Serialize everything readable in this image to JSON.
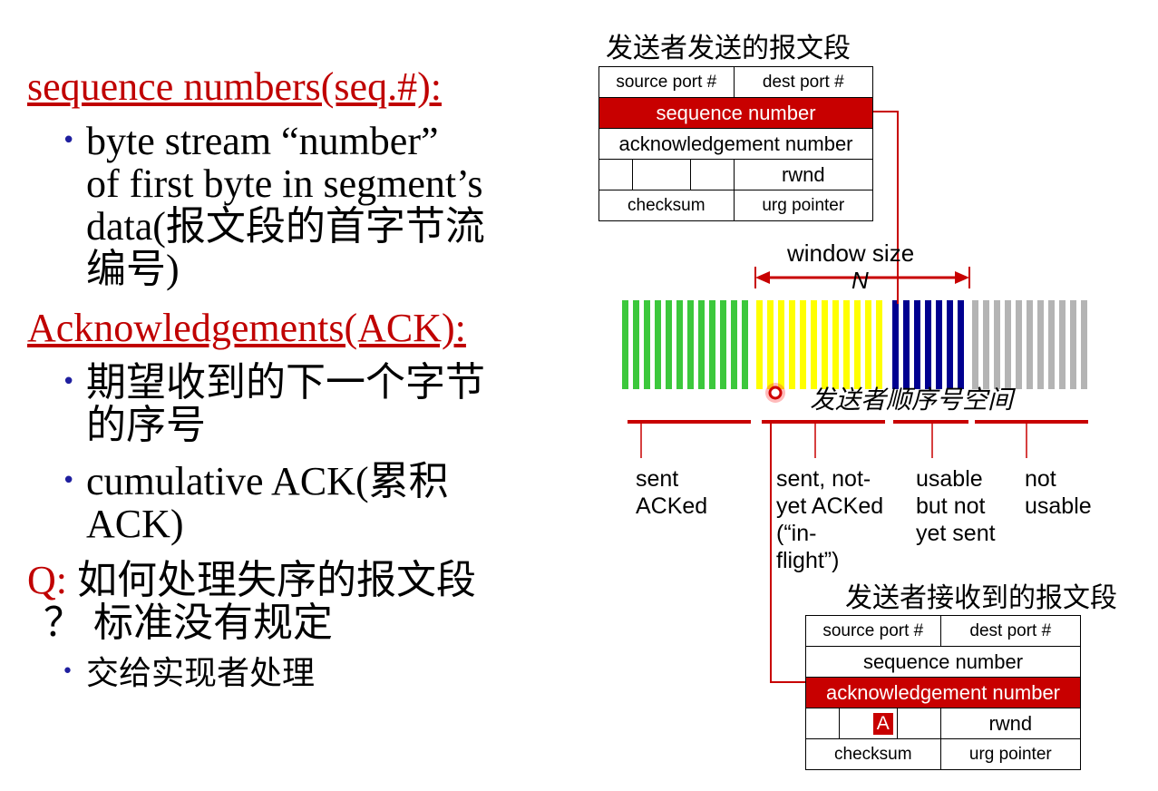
{
  "left": {
    "seq_heading": "sequence numbers(seq.#):",
    "seq_bullet": [
      "byte stream “number”",
      "of first byte in segment’s",
      "data(报文段的首字节流",
      "编号)"
    ],
    "ack_heading": "Acknowledgements(ACK):",
    "ack_bullet1": [
      "期望收到的下一个字节",
      "的序号"
    ],
    "ack_bullet2": [
      "cumulative ACK(累积",
      "ACK)"
    ],
    "q_prefix": "Q:",
    "q_line1": " 如何处理失序的报文段",
    "q_line2": "？ 标准没有规定",
    "q_sub": "交给实现者处理",
    "bullet_char": "•"
  },
  "sender_segment": {
    "title": "发送者发送的报文段",
    "source_port": "source port #",
    "dest_port": "dest port #",
    "seq": "sequence number",
    "ack": "acknowledgement number",
    "rwnd": "rwnd",
    "checksum": "checksum",
    "urg": "urg pointer"
  },
  "window": {
    "label": "window size",
    "n": "N",
    "space_label": "发送者顺序号空间",
    "colors": {
      "sent_acked": "#3cc83c",
      "in_flight": "#ffff00",
      "usable": "#000090",
      "not_usable": "#b4b4b4",
      "line": "#c80000"
    }
  },
  "categories": {
    "sent_acked": [
      "sent",
      "ACKed"
    ],
    "in_flight": [
      "sent, not-",
      "yet ACKed",
      "(“in-",
      "flight”)"
    ],
    "usable": [
      "usable",
      "but not",
      "yet sent"
    ],
    "not_usable": [
      "not",
      "usable"
    ]
  },
  "receiver_segment": {
    "title": "发送者接收到的报文段",
    "source_port": "source port #",
    "dest_port": "dest port #",
    "seq": "sequence number",
    "ack": "acknowledgement number",
    "flag": "A",
    "rwnd": "rwnd",
    "checksum": "checksum",
    "urg": "urg pointer"
  }
}
